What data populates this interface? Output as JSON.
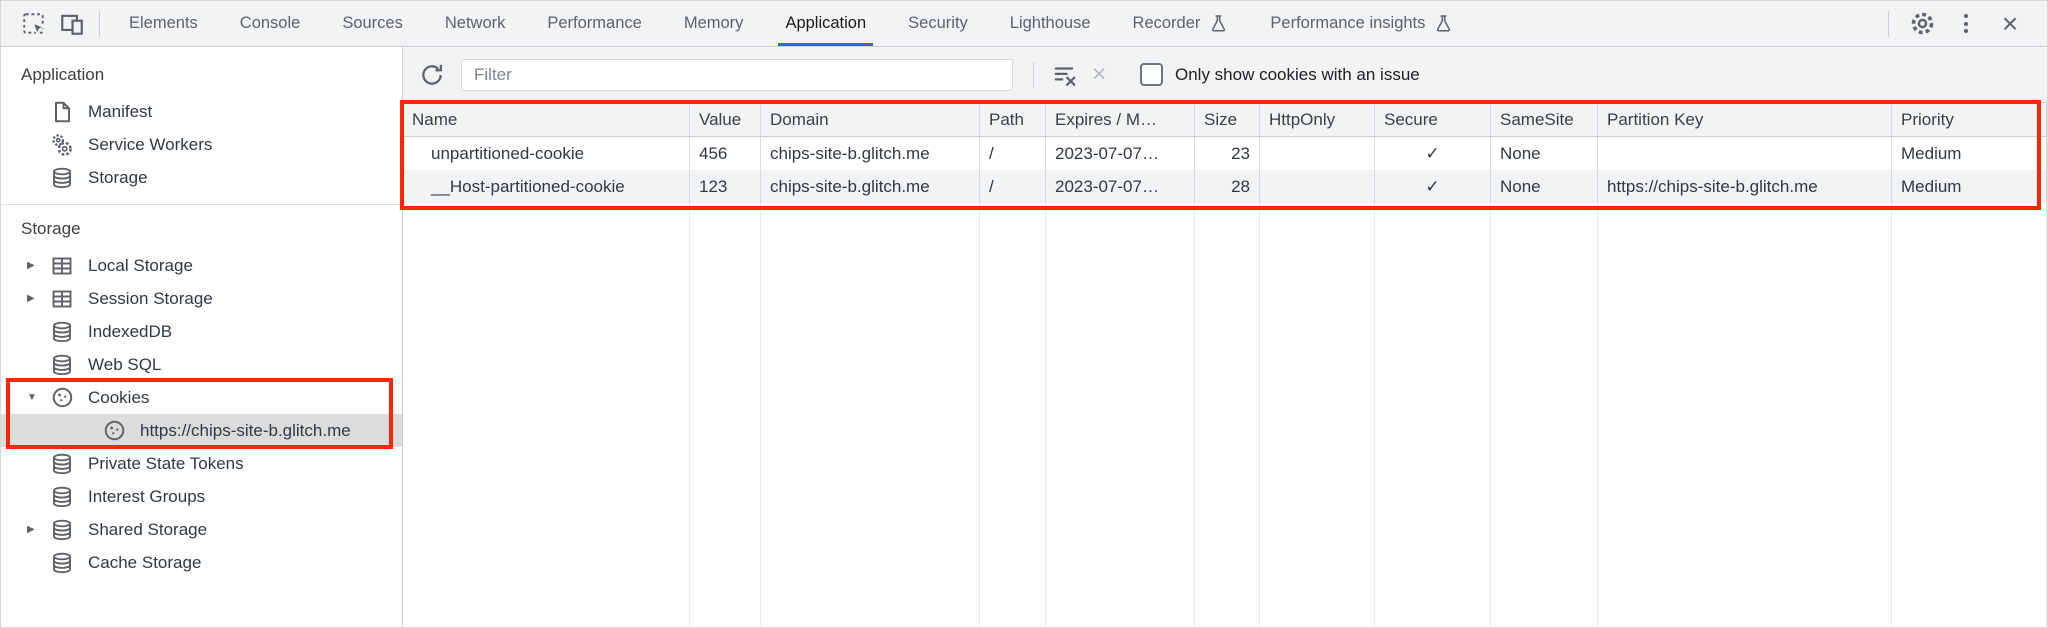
{
  "window": {
    "active_tab": "Application",
    "tabs": [
      {
        "label": "Elements"
      },
      {
        "label": "Console"
      },
      {
        "label": "Sources"
      },
      {
        "label": "Network"
      },
      {
        "label": "Performance"
      },
      {
        "label": "Memory"
      },
      {
        "label": "Application"
      },
      {
        "label": "Security"
      },
      {
        "label": "Lighthouse"
      },
      {
        "label": "Recorder",
        "experimental": true
      },
      {
        "label": "Performance insights",
        "experimental": true
      }
    ]
  },
  "sidebar": {
    "sections": [
      {
        "title": "Application",
        "items": [
          {
            "label": "Manifest",
            "icon": "document-icon"
          },
          {
            "label": "Service Workers",
            "icon": "gears-icon"
          },
          {
            "label": "Storage",
            "icon": "database-icon"
          }
        ]
      },
      {
        "title": "Storage",
        "items": [
          {
            "label": "Local Storage",
            "icon": "table-icon",
            "state": "collapsed"
          },
          {
            "label": "Session Storage",
            "icon": "table-icon",
            "state": "collapsed"
          },
          {
            "label": "IndexedDB",
            "icon": "database-icon"
          },
          {
            "label": "Web SQL",
            "icon": "database-icon"
          },
          {
            "label": "Cookies",
            "icon": "cookie-icon",
            "state": "expanded",
            "annotated": true
          },
          {
            "label": "https://chips-site-b.glitch.me",
            "icon": "cookie-icon",
            "selected": true,
            "annotated": true
          },
          {
            "label": "Private State Tokens",
            "icon": "database-icon"
          },
          {
            "label": "Interest Groups",
            "icon": "database-icon"
          },
          {
            "label": "Shared Storage",
            "icon": "database-icon",
            "state": "collapsed"
          },
          {
            "label": "Cache Storage",
            "icon": "database-icon"
          }
        ]
      }
    ]
  },
  "cookies_panel": {
    "filter_placeholder": "Filter",
    "only_issue_label": "Only show cookies with an issue",
    "only_issue_checked": false,
    "table": {
      "columns": [
        "Name",
        "Value",
        "Domain",
        "Path",
        "Expires / M…",
        "Size",
        "HttpOnly",
        "Secure",
        "SameSite",
        "Partition Key",
        "Priority"
      ],
      "rows": [
        {
          "cells": [
            "unpartitioned-cookie",
            "456",
            "chips-site-b.glitch.me",
            "/",
            "2023-07-07…",
            "23",
            "",
            "✓",
            "None",
            "",
            "Medium"
          ]
        },
        {
          "cells": [
            "__Host-partitioned-cookie",
            "123",
            "chips-site-b.glitch.me",
            "/",
            "2023-07-07…",
            "28",
            "",
            "✓",
            "None",
            "https://chips-site-b.glitch.me",
            "Medium"
          ]
        }
      ]
    }
  },
  "colors": {
    "accent_blue": "#1a73e8",
    "annotation_red": "#ff2600",
    "toolbar_bg": "#f1f3f4",
    "selected_item_bg": "#dcdcdc",
    "row_stripe_bg": "#f2f3f5"
  }
}
